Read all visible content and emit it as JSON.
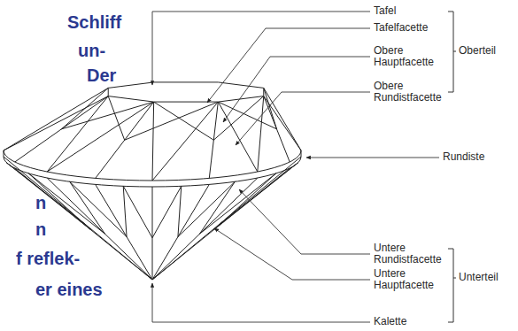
{
  "diagram": {
    "labels": [
      "Schliff",
      "un-",
      "Der",
      "n",
      "n",
      "f reflek-",
      "er eines",
      "Tafel",
      "Tafelfacette",
      "Obere Hauptfacette",
      "Obere Rundistfacette",
      "Oberteil",
      "Rundiste",
      "Untere Rundistfacette",
      "Untere Hauptfacette",
      "Unterteil",
      "Kalette"
    ]
  }
}
